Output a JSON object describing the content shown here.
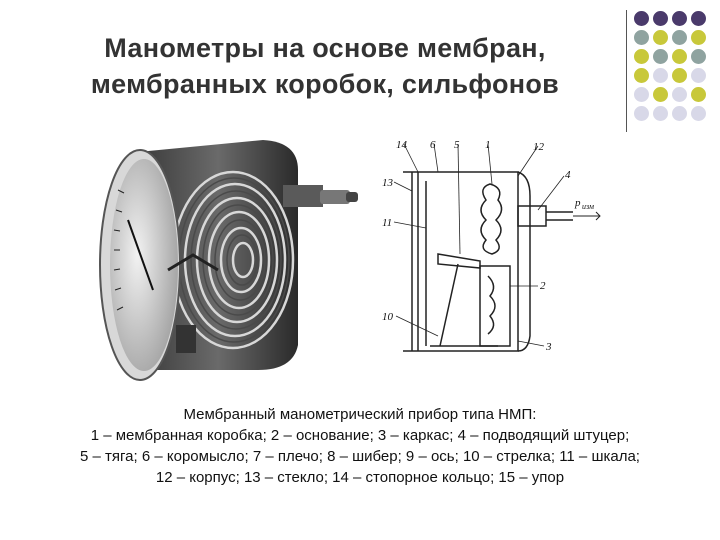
{
  "slide": {
    "title_line1": "Манометры  на  основе  мембран,",
    "title_line2": "мембранных  коробок, сильфонов"
  },
  "decor": {
    "dot_colors": [
      "#4a3a6b",
      "#8fa3a0",
      "#c8c83a",
      "#d8d8e8"
    ]
  },
  "diagram": {
    "labels": [
      "14",
      "6",
      "5",
      "1",
      "12",
      "13",
      "4",
      "11",
      "2",
      "10",
      "3"
    ],
    "pressure_label": "p",
    "pressure_subscript": "изм"
  },
  "caption": {
    "line1": "Мембранный манометрический прибор типа НМП:",
    "line2": "1 – мембранная коробка; 2 – основание; 3 – каркас; 4 – подводящий штуцер;",
    "line3": "5 – тяга; 6 – коромысло; 7 – плечо; 8 – шибер; 9 – ось; 10 – стрелка; 11 – шкала;",
    "line4": "12 – корпус; 13 – стекло; 14 – стопорное кольцо; 15 – упор"
  }
}
